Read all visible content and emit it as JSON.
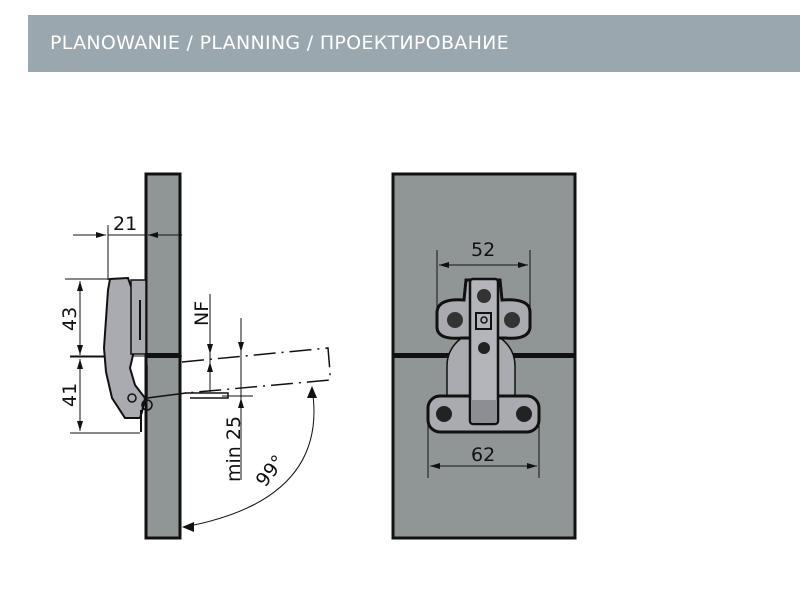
{
  "header": {
    "title": "PLANOWANIE / PLANNING / ПРОЕКТИРОВАНИЕ"
  },
  "side_view": {
    "dim_overlay": "21",
    "dim_cup_upper": "43",
    "dim_cup_lower": "41",
    "dim_nf": "NF",
    "dim_min_gap": "min 25",
    "opening_angle": "99°"
  },
  "front_view": {
    "dim_upper_holes": "52",
    "dim_lower_holes": "62"
  },
  "colors": {
    "header": "#9aa7af",
    "panel": "#8f9695",
    "hinge": "#a9abb0"
  }
}
